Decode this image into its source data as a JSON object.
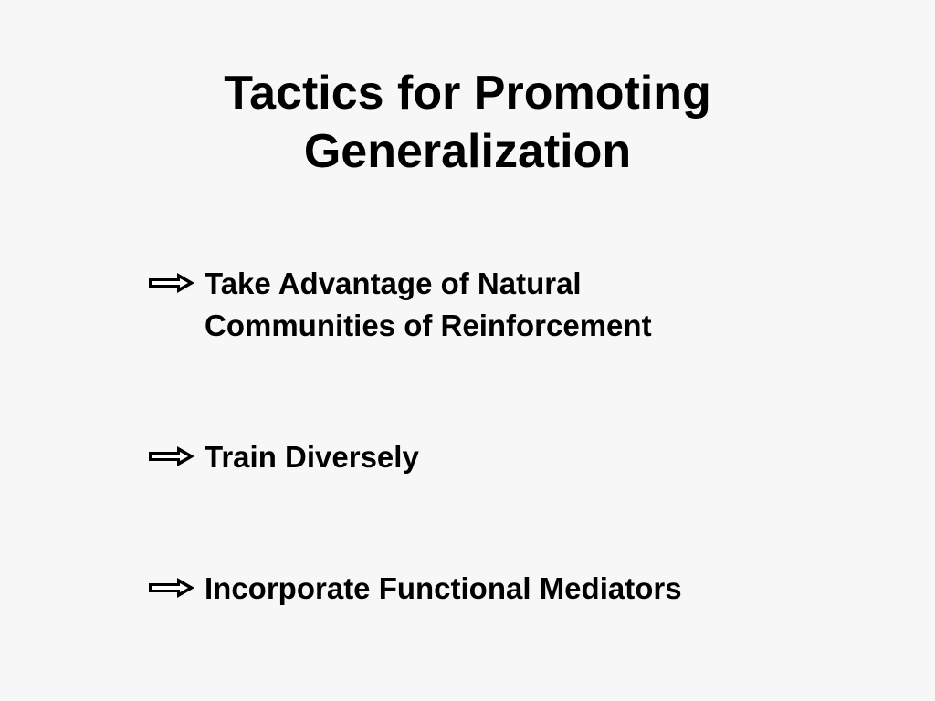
{
  "slide": {
    "title_lines": [
      "Tactics for Promoting",
      "Generalization"
    ],
    "bullets": [
      {
        "icon": "arrow-right-icon",
        "lines": [
          "Take Advantage of Natural",
          "Communities of Reinforcement"
        ]
      },
      {
        "icon": "arrow-right-icon",
        "lines": [
          "Train Diversely"
        ]
      },
      {
        "icon": "arrow-right-icon",
        "lines": [
          "Incorporate Functional Mediators"
        ]
      }
    ]
  },
  "colors": {
    "background": "#f7f7f7",
    "text": "#000000"
  }
}
